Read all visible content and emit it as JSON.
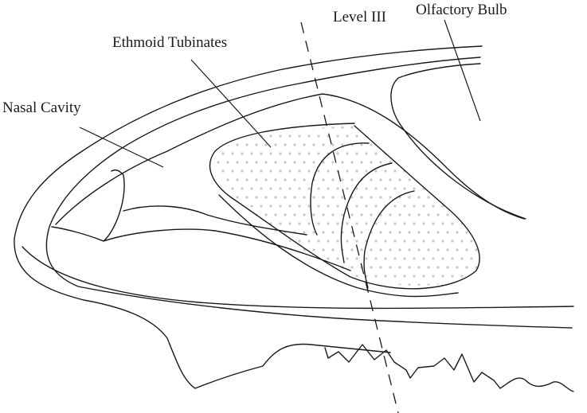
{
  "labels": {
    "nasal_cavity": "Nasal Cavity",
    "ethmoid_turbinates": "Ethmoid Tubinates",
    "level": "Level III",
    "olfactory_bulb": "Olfactory Bulb"
  },
  "colors": {
    "line": "#1a1a1a",
    "stipple": "#c8c8c8",
    "background": "#ffffff"
  }
}
